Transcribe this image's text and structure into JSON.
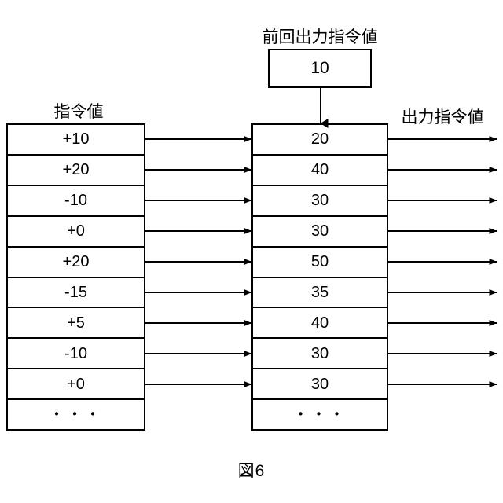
{
  "figure": {
    "caption": "図6",
    "prev_output_label": "前回出力指令値",
    "prev_output_value": "10",
    "command_label": "指令値",
    "output_label": "出力指令値",
    "line_color": "#000000",
    "background_color": "#ffffff",
    "command_values": [
      "+10",
      "+20",
      "-10",
      "+0",
      "+20",
      "-15",
      "+5",
      "-10",
      "+0",
      "・・・"
    ],
    "output_values": [
      "20",
      "40",
      "30",
      "30",
      "50",
      "35",
      "40",
      "30",
      "30",
      "・・・"
    ],
    "row_count": 10
  }
}
